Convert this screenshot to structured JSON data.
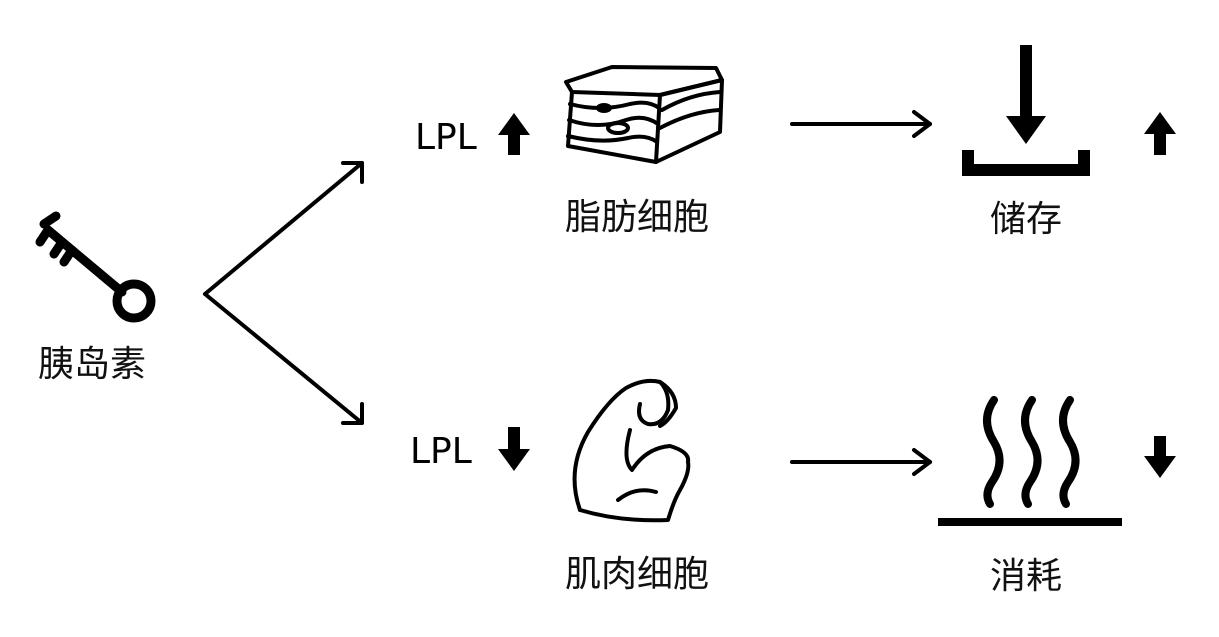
{
  "diagram": {
    "hormone": {
      "label": "胰岛素",
      "icon": "key-icon"
    },
    "adipose": {
      "lpl_label": "LPL",
      "lpl_direction": "up",
      "cell_label": "脂肪细胞",
      "cell_icon": "fat-tissue-icon",
      "outcome_label": "储存",
      "outcome_icon": "storage-icon",
      "outcome_direction": "up"
    },
    "muscle": {
      "lpl_label": "LPL",
      "lpl_direction": "down",
      "cell_label": "肌肉细胞",
      "cell_icon": "flexed-biceps-icon",
      "outcome_label": "消耗",
      "outcome_icon": "heat-icon",
      "outcome_direction": "down"
    },
    "colors": {
      "ink": "#000000",
      "background": "#ffffff"
    }
  }
}
